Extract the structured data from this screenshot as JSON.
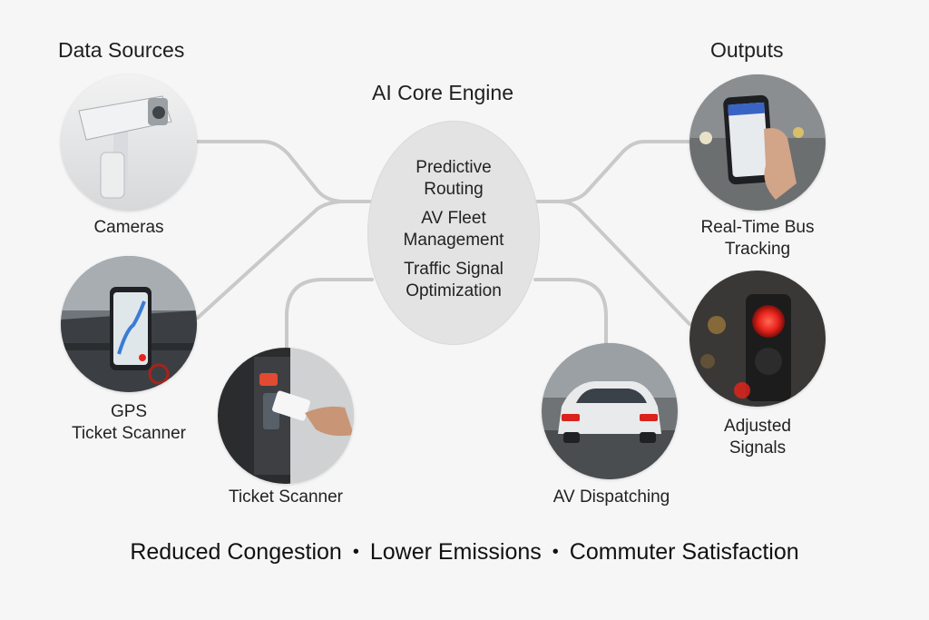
{
  "headings": {
    "left": "Data Sources",
    "right": "Outputs",
    "center": "AI Core Engine"
  },
  "core": {
    "items": [
      "Predictive\nRouting",
      "AV Fleet\nManagement",
      "Traffic Signal\nOptimization"
    ]
  },
  "sources": [
    {
      "label": "Cameras",
      "icon": "security-camera-icon"
    },
    {
      "label": "GPS\nTicket Scanner",
      "icon": "phone-gps-icon"
    },
    {
      "label": "Ticket Scanner",
      "icon": "card-scanner-icon"
    }
  ],
  "outputs": [
    {
      "label": "Real-Time Bus\nTracking",
      "icon": "phone-tracking-icon"
    },
    {
      "label": "Adjusted\nSignals",
      "icon": "traffic-light-icon"
    },
    {
      "label": "AV Dispatching",
      "icon": "autonomous-car-icon"
    }
  ],
  "footer": {
    "items": [
      "Reduced Congestion",
      "Lower Emissions",
      "Commuter Satisfaction"
    ],
    "separator": "•"
  },
  "colors": {
    "connector": "#c9c9c9",
    "core_fill": "#e3e3e3",
    "background": "#f6f6f6",
    "signal_red": "#e8231c"
  }
}
